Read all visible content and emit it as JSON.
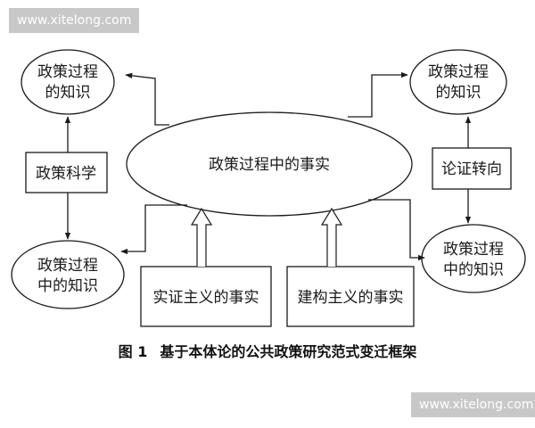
{
  "nodes": {
    "knowledge_top_left": [
      "政策过程",
      "的知识"
    ],
    "knowledge_top_right": [
      "政策过程",
      "的知识"
    ],
    "knowledge_bottom_left": [
      "政策过程",
      "中的知识"
    ],
    "knowledge_bottom_right": [
      "政策过程",
      "中的知识"
    ],
    "center": "政策过程中的事实",
    "policy_science": "政策科学",
    "argument_turn": "论证转向",
    "empirical": "实证主义的事实",
    "constructivist": "建构主义的事实"
  },
  "caption": {
    "label": "图 1",
    "text": "基于本体论的公共政策研究范式变迁框架"
  },
  "watermark": {
    "top": "www.xitelong.com",
    "bottom": "www.xitelong.com"
  },
  "colors": {
    "stroke": "#1a1a1a",
    "watermark_bg": "#c8c8c8"
  }
}
